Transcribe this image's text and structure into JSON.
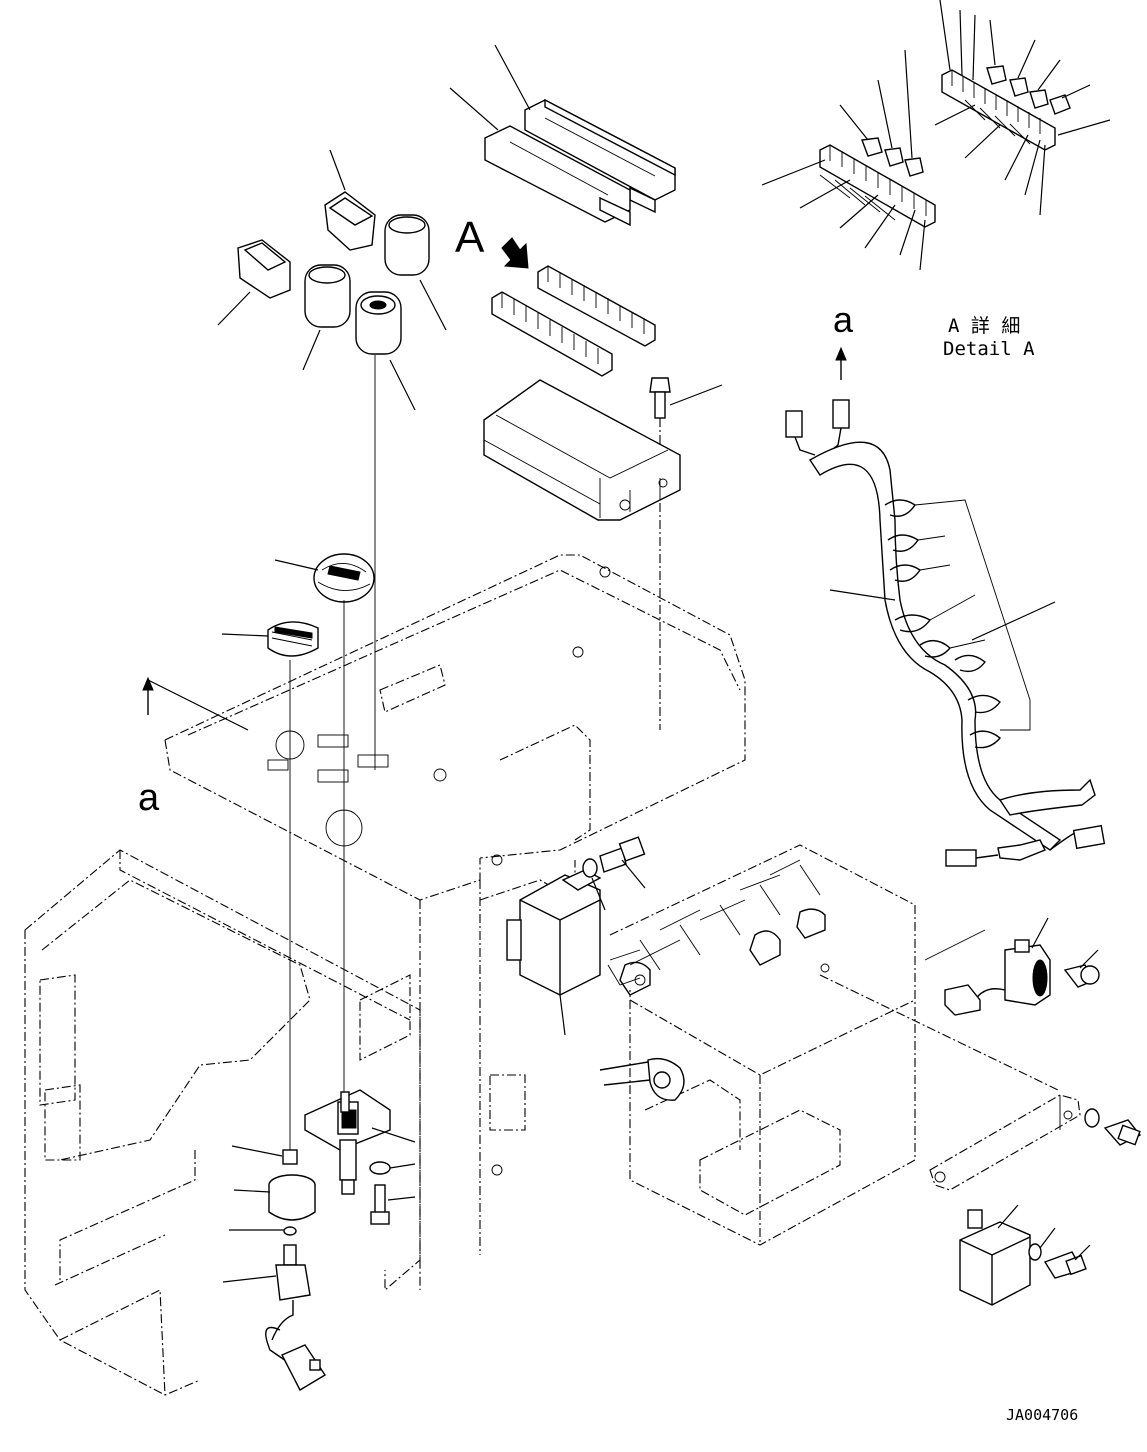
{
  "labels": {
    "view_a": "A",
    "view_a_small_top": "a",
    "view_a_small_left": "a",
    "detail_japanese": "A 詳 細",
    "detail_english": "Detail A",
    "drawing_number": "JA004706"
  },
  "colors": {
    "ink": "#000000",
    "paper": "#ffffff"
  },
  "icons": [
    "view-arrow-icon",
    "up-arrow-icon"
  ]
}
